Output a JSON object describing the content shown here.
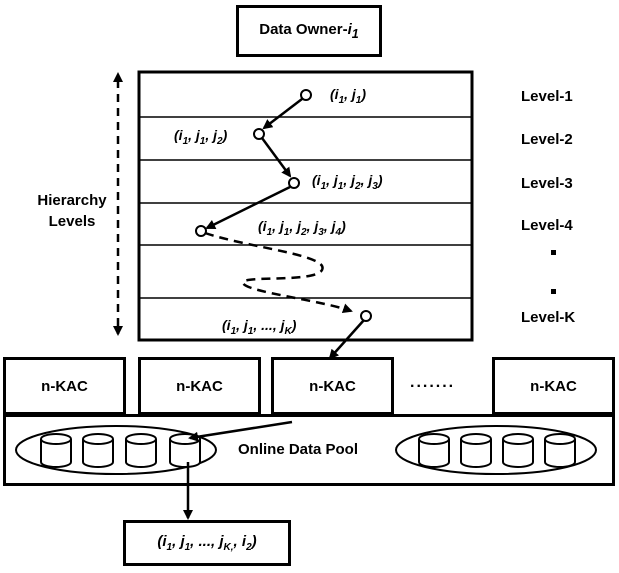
{
  "owner": {
    "prefix": "Data Owner-",
    "var": "i",
    "sub": "1"
  },
  "hierarchy_label": {
    "line1": "Hierarchy",
    "line2": "Levels"
  },
  "levels": [
    "Level-1",
    "Level-2",
    "Level-3",
    "Level-4",
    "Level-K"
  ],
  "node_labels": [
    {
      "open": "(",
      "parts": [
        {
          "v": "i",
          "s": "1"
        },
        {
          "v": "j",
          "s": "1"
        }
      ],
      "close": ")"
    },
    {
      "open": "(",
      "parts": [
        {
          "v": "i",
          "s": "1"
        },
        {
          "v": "j",
          "s": "1"
        },
        {
          "v": "j",
          "s": "2"
        }
      ],
      "close": ")"
    },
    {
      "open": "(",
      "parts": [
        {
          "v": "i",
          "s": "1"
        },
        {
          "v": "j",
          "s": "1"
        },
        {
          "v": "j",
          "s": "2"
        },
        {
          "v": "j",
          "s": "3"
        }
      ],
      "close": ")"
    },
    {
      "open": "(",
      "parts": [
        {
          "v": "i",
          "s": "1"
        },
        {
          "v": "j",
          "s": "1"
        },
        {
          "v": "j",
          "s": "2"
        },
        {
          "v": "j",
          "s": "3"
        },
        {
          "v": "j",
          "s": "4"
        }
      ],
      "close": ")"
    },
    {
      "open": "(",
      "parts": [
        {
          "v": "i",
          "s": "1"
        },
        {
          "v": "j",
          "s": "1"
        },
        {
          "v": "...",
          "s": ""
        },
        {
          "v": "j",
          "s": "K"
        }
      ],
      "close": ")"
    }
  ],
  "kac_label": "n-KAC",
  "kac_ellipsis": ".......",
  "pool_label": "Online Data Pool",
  "output_label": {
    "open": "(",
    "parts": [
      {
        "v": "i",
        "s": "1"
      },
      {
        "v": "j",
        "s": "1"
      },
      {
        "v": "...",
        "s": ""
      },
      {
        "v": "j",
        "s": "K,"
      },
      {
        "v": "i",
        "s": "2"
      }
    ],
    "close": ")"
  }
}
